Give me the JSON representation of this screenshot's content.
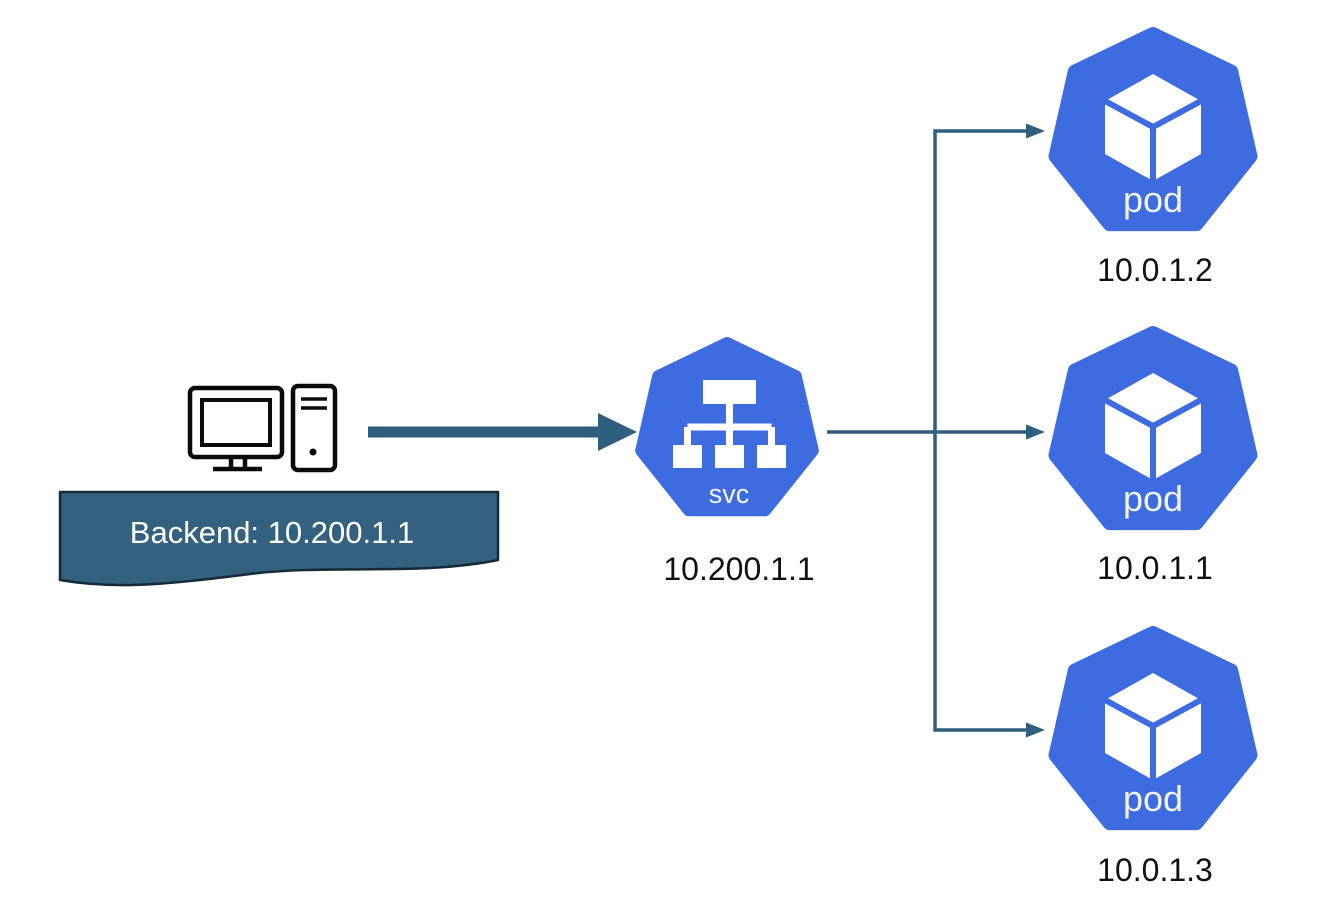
{
  "diagram_type": "kubernetes-service-load-balancing",
  "colors": {
    "kubernetes_blue": "#3D6CE0",
    "arrow_teal": "#2E5F7D",
    "banner_fill": "#33617E",
    "banner_border": "#152A38",
    "label_black": "#111111",
    "icon_white": "#FFFFFF",
    "pc_line": "#0A0A0A",
    "background": "#FFFFFF"
  },
  "client": {
    "icon": "desktop-computer-icon",
    "banner_label": "Backend: 10.200.1.1"
  },
  "service": {
    "icon": "kubernetes-service-icon",
    "icon_label": "svc",
    "ip": "10.200.1.1"
  },
  "pods": [
    {
      "icon": "kubernetes-pod-icon",
      "icon_label": "pod",
      "ip": "10.0.1.2"
    },
    {
      "icon": "kubernetes-pod-icon",
      "icon_label": "pod",
      "ip": "10.0.1.1"
    },
    {
      "icon": "kubernetes-pod-icon",
      "icon_label": "pod",
      "ip": "10.0.1.3"
    }
  ],
  "edges": [
    {
      "from": "client",
      "to": "service",
      "style": "thick-arrow"
    },
    {
      "from": "service",
      "to": "pod-10.0.1.2",
      "style": "thin-arrow"
    },
    {
      "from": "service",
      "to": "pod-10.0.1.1",
      "style": "thin-arrow"
    },
    {
      "from": "service",
      "to": "pod-10.0.1.3",
      "style": "thin-arrow"
    }
  ]
}
